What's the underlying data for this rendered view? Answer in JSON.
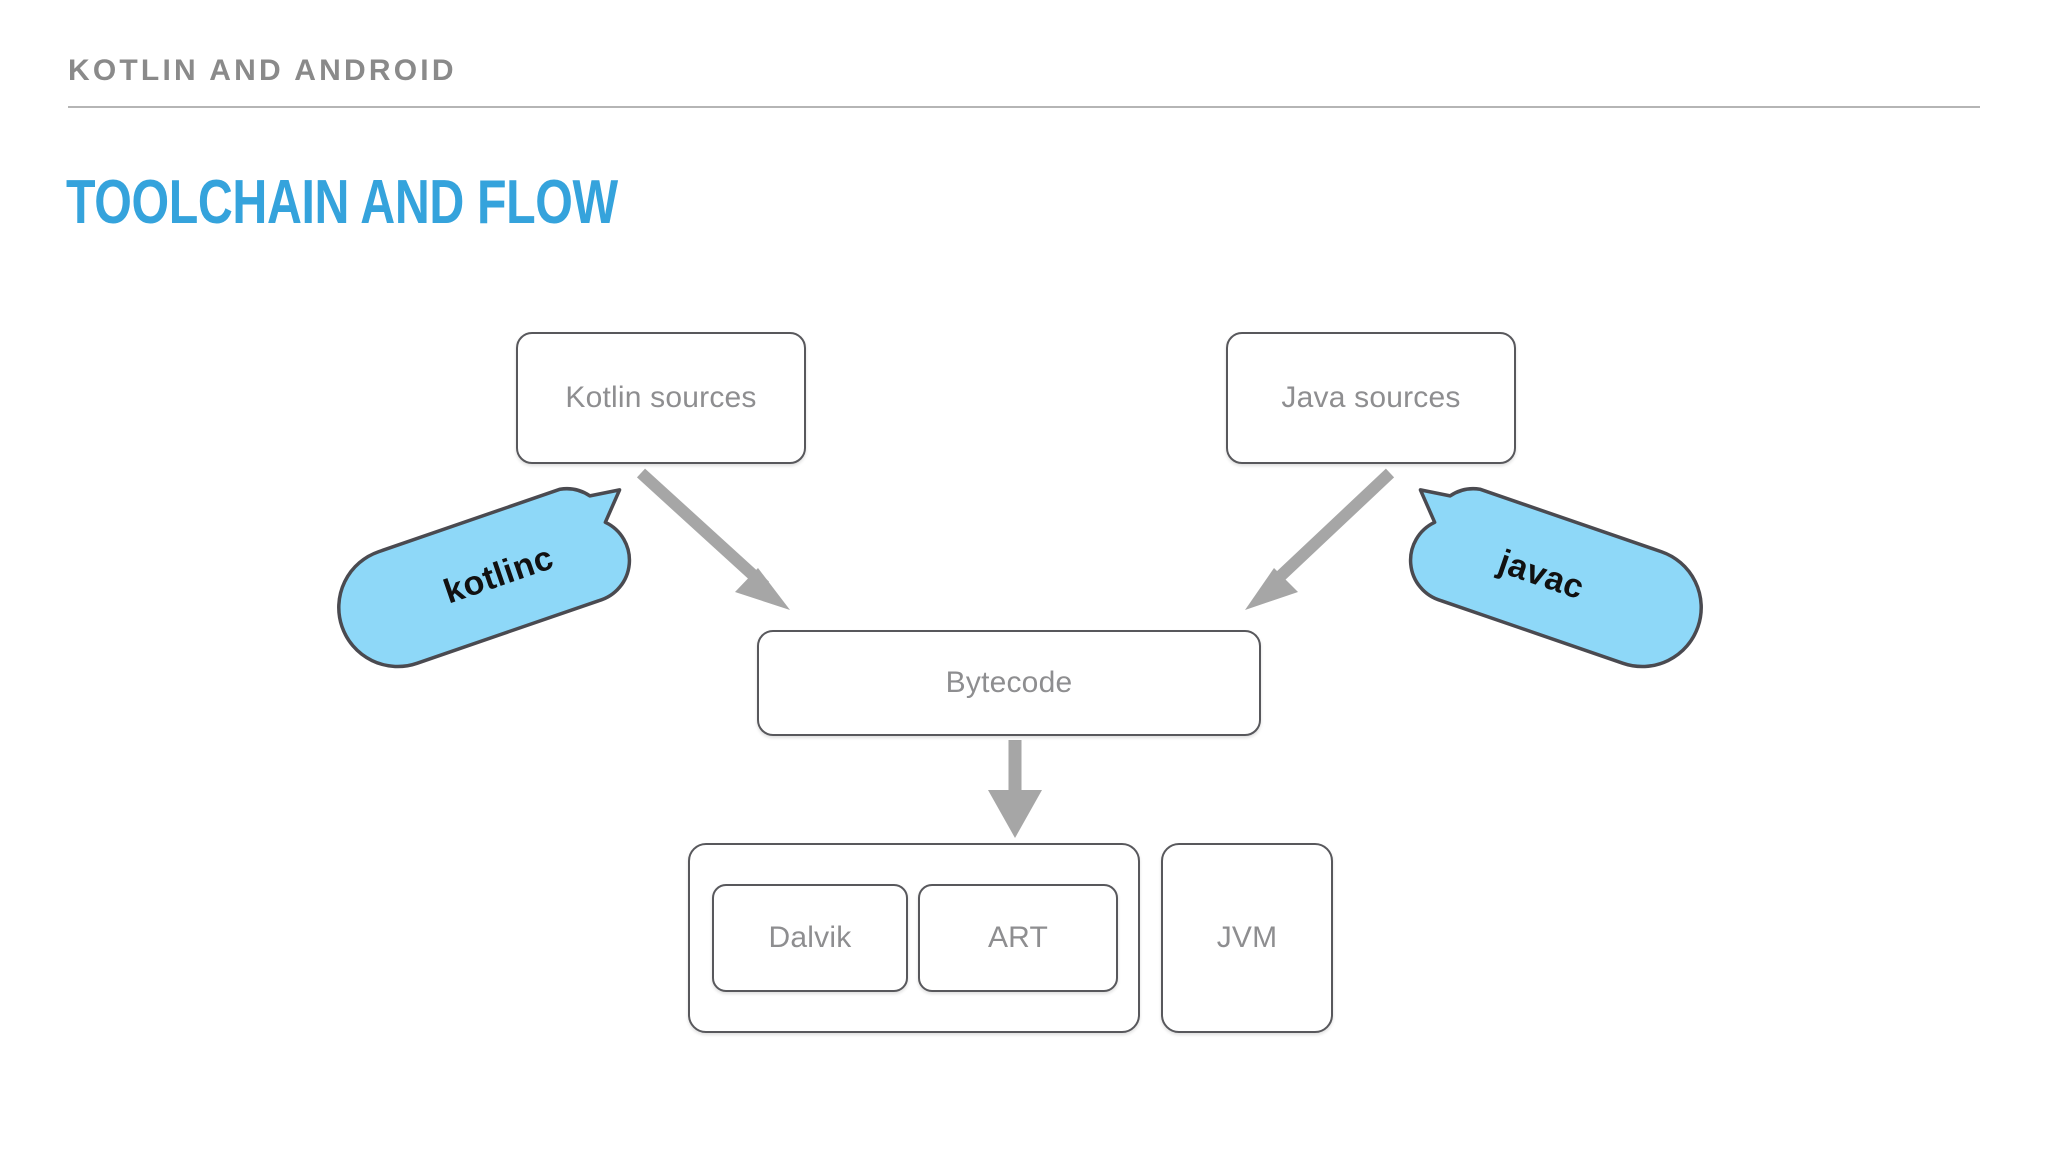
{
  "header": {
    "eyebrow": "KOTLIN AND ANDROID",
    "title": "TOOLCHAIN AND FLOW",
    "rule_color": "#b5b5b5",
    "eyebrow_color": "#8a8a8a",
    "title_color": "#35a3dc"
  },
  "diagram": {
    "type": "flowchart",
    "description": "Kotlin and Java toolchain compilation flow to bytecode and runtimes",
    "node_border_color": "#58585c",
    "node_text_color": "#8e8e90",
    "arrow_color": "#a6a6a6",
    "callout_fill": "#8ed8f8",
    "callout_border": "#4a4a50",
    "callout_text_color": "#111111",
    "nodes": [
      {
        "id": "kotlin-sources",
        "label": "Kotlin sources"
      },
      {
        "id": "java-sources",
        "label": "Java sources"
      },
      {
        "id": "bytecode",
        "label": "Bytecode"
      },
      {
        "id": "android-runtime",
        "label": ""
      },
      {
        "id": "dalvik",
        "label": "Dalvik"
      },
      {
        "id": "art",
        "label": "ART"
      },
      {
        "id": "jvm",
        "label": "JVM"
      }
    ],
    "callouts": [
      {
        "id": "kotlinc",
        "label": "kotlinc",
        "points_to": "kotlin-to-bytecode-arrow"
      },
      {
        "id": "javac",
        "label": "javac",
        "points_to": "java-to-bytecode-arrow"
      }
    ],
    "edges": [
      {
        "from": "kotlin-sources",
        "to": "bytecode",
        "label": ""
      },
      {
        "from": "java-sources",
        "to": "bytecode",
        "label": ""
      },
      {
        "from": "bytecode",
        "to": "android-runtime",
        "label": ""
      }
    ]
  }
}
